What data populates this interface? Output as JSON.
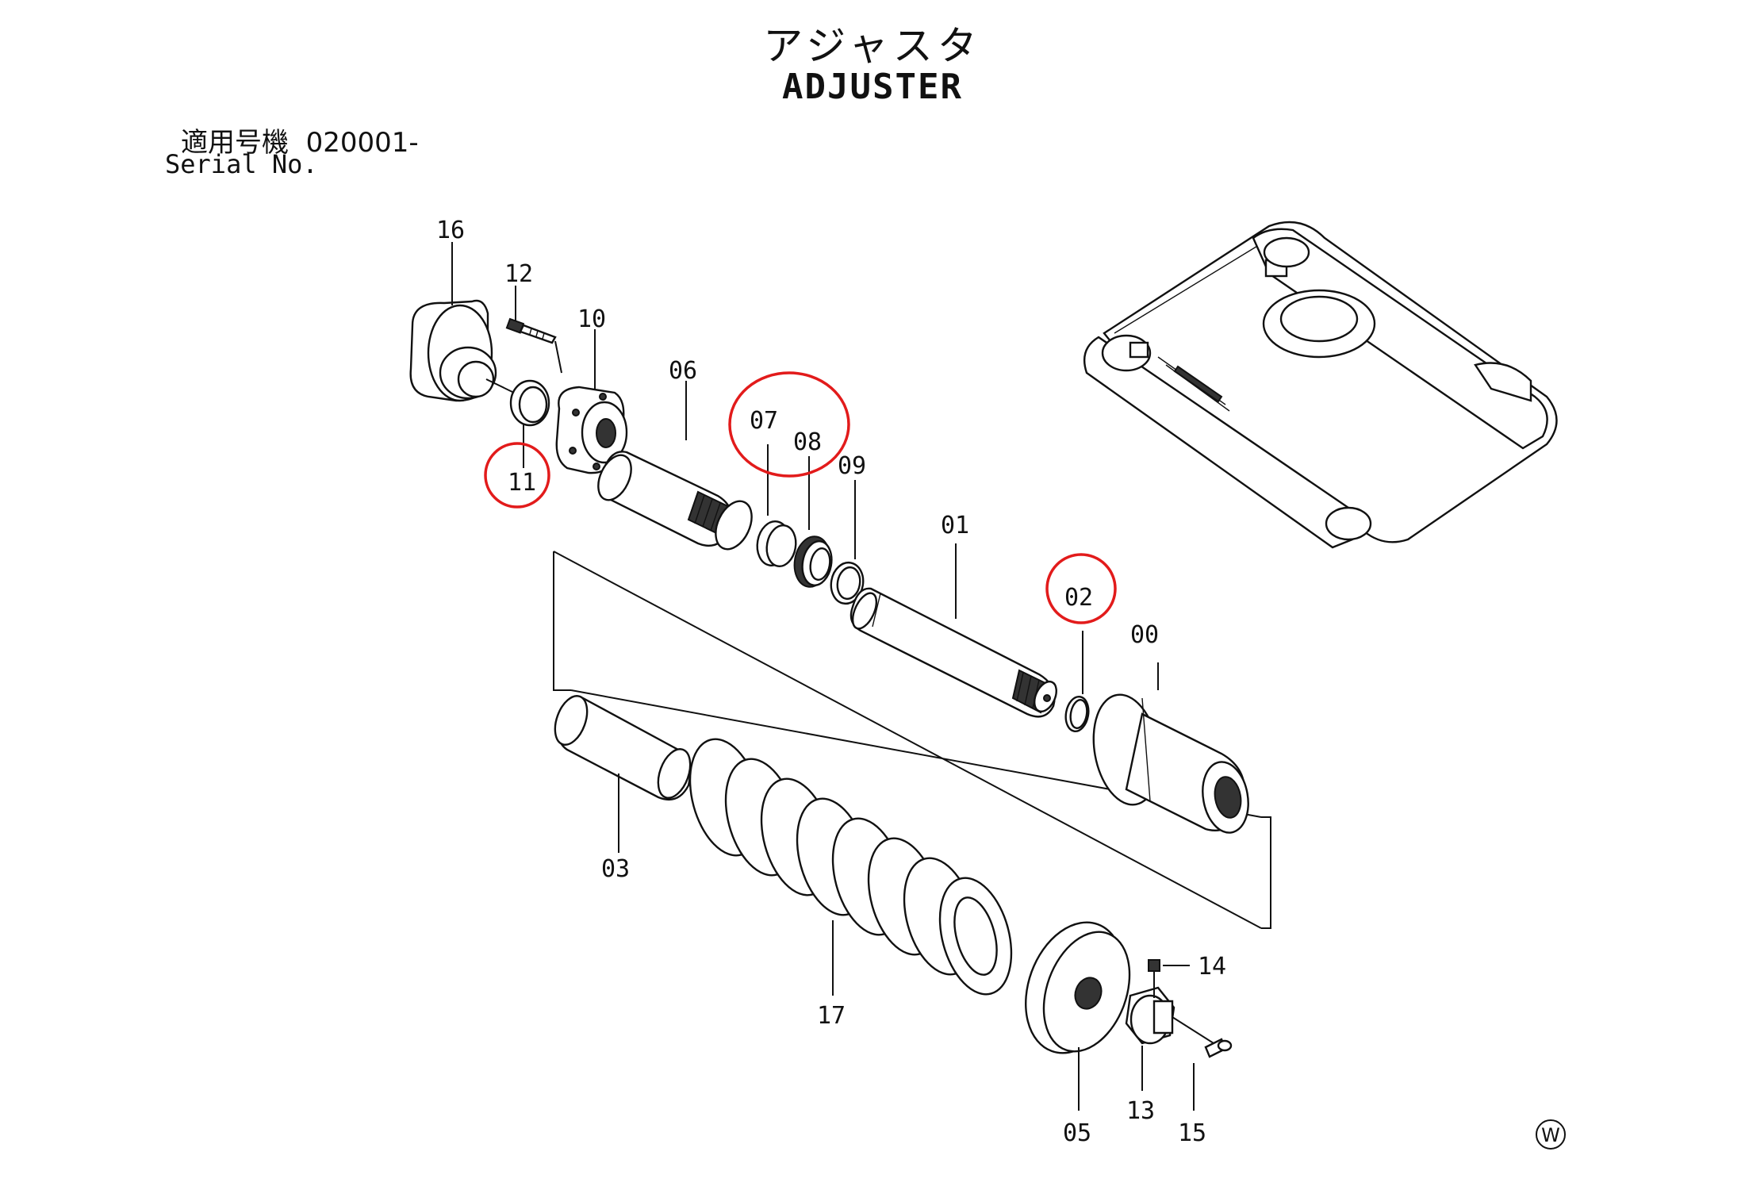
{
  "title": {
    "japanese": "アジャスタ",
    "english": "ADJUSTER"
  },
  "serial": {
    "label_jp": "適用号機",
    "value": "020001-",
    "label_en": "Serial No."
  },
  "parts": [
    {
      "id": "p16",
      "label": "16",
      "highlighted": false
    },
    {
      "id": "p12",
      "label": "12",
      "highlighted": false
    },
    {
      "id": "p10",
      "label": "10",
      "highlighted": false
    },
    {
      "id": "p11",
      "label": "11",
      "highlighted": true
    },
    {
      "id": "p06",
      "label": "06",
      "highlighted": false
    },
    {
      "id": "p07",
      "label": "07",
      "highlighted": true
    },
    {
      "id": "p08",
      "label": "08",
      "highlighted": true
    },
    {
      "id": "p09",
      "label": "09",
      "highlighted": false
    },
    {
      "id": "p01",
      "label": "01",
      "highlighted": false
    },
    {
      "id": "p02",
      "label": "02",
      "highlighted": true
    },
    {
      "id": "p00",
      "label": "00",
      "highlighted": false
    },
    {
      "id": "p03",
      "label": "03",
      "highlighted": false
    },
    {
      "id": "p17",
      "label": "17",
      "highlighted": false
    },
    {
      "id": "p05",
      "label": "05",
      "highlighted": false
    },
    {
      "id": "p13",
      "label": "13",
      "highlighted": false
    },
    {
      "id": "p14",
      "label": "14",
      "highlighted": false
    },
    {
      "id": "p15",
      "label": "15",
      "highlighted": false
    }
  ],
  "watermark": "W",
  "colors": {
    "highlight": "#e21b1b",
    "line": "#111111",
    "background": "#ffffff"
  }
}
